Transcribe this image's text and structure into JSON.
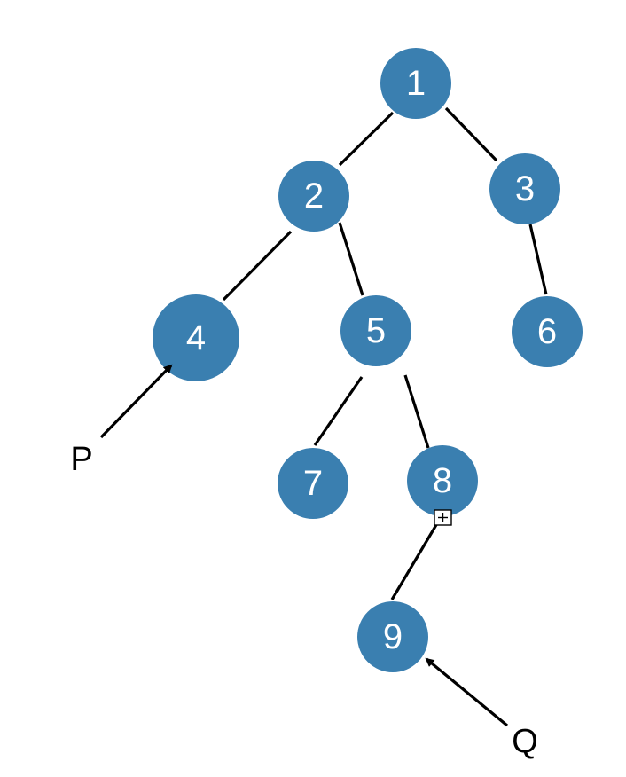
{
  "tree": {
    "nodes": [
      {
        "id": "1",
        "label": "1"
      },
      {
        "id": "2",
        "label": "2"
      },
      {
        "id": "3",
        "label": "3"
      },
      {
        "id": "4",
        "label": "4"
      },
      {
        "id": "5",
        "label": "5"
      },
      {
        "id": "6",
        "label": "6"
      },
      {
        "id": "7",
        "label": "7"
      },
      {
        "id": "8",
        "label": "8"
      },
      {
        "id": "9",
        "label": "9"
      }
    ],
    "edges": [
      {
        "from": "1",
        "to": "2"
      },
      {
        "from": "1",
        "to": "3"
      },
      {
        "from": "2",
        "to": "4"
      },
      {
        "from": "2",
        "to": "5"
      },
      {
        "from": "3",
        "to": "6"
      },
      {
        "from": "5",
        "to": "7"
      },
      {
        "from": "5",
        "to": "8"
      },
      {
        "from": "8",
        "to": "9"
      }
    ]
  },
  "pointers": [
    {
      "label": "P",
      "target": "4"
    },
    {
      "label": "Q",
      "target": "9"
    }
  ],
  "colors": {
    "node_fill": "#3a7fb0",
    "node_text": "#ffffff",
    "edge": "#000000"
  }
}
